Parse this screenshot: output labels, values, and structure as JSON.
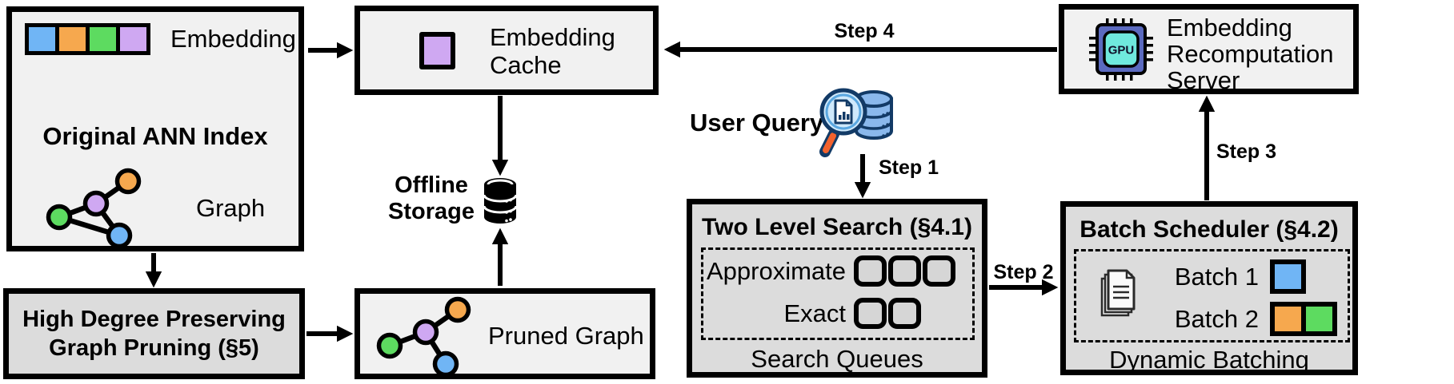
{
  "palette": {
    "blue": "#70b5f5",
    "orange": "#f6a84e",
    "green": "#5ddb60",
    "purple": "#cfa8f2",
    "box_light": "#f1f1f1",
    "box_dark": "#dcdcdc",
    "slot_gray": "#d6d6d6",
    "gpu_body": "#5b6abf",
    "gpu_core": "#6fe9dd",
    "query_db_fill": "#8ab8ec",
    "query_outline": "#123a66",
    "query_lens_fill": "#cfe9fb",
    "query_handle": "#f2622d"
  },
  "boxes": {
    "original_ann_index": {
      "title": "Original ANN Index",
      "embedding_label": "Embedding",
      "graph_label": "Graph",
      "embedding_chips": [
        "#70b5f5",
        "#f6a84e",
        "#5ddb60",
        "#cfa8f2"
      ]
    },
    "high_degree_pruning": {
      "title": "High Degree Preserving Graph Pruning (§5)"
    },
    "embedding_cache": {
      "title": "Embedding Cache",
      "chip_colors": [
        "#cfa8f2"
      ]
    },
    "offline_storage": {
      "label": "Offline Storage"
    },
    "pruned_graph": {
      "label": "Pruned Graph"
    },
    "user_query": {
      "label": "User Query"
    },
    "two_level_search": {
      "title": "Two Level Search (§4.1)",
      "rows": [
        {
          "label": "Approximate",
          "slots": 3
        },
        {
          "label": "Exact",
          "slots": 2
        }
      ],
      "footer": "Search Queues"
    },
    "batch_scheduler": {
      "title": "Batch Scheduler (§4.2)",
      "batches": [
        {
          "label": "Batch 1",
          "colors": [
            "#70b5f5"
          ]
        },
        {
          "label": "Batch 2",
          "colors": [
            "#f6a84e",
            "#5ddb60"
          ]
        }
      ],
      "footer": "Dynamic Batching"
    },
    "recomputation_server": {
      "title": "Embedding Recomputation Server",
      "gpu_label": "GPU"
    }
  },
  "steps": {
    "step1": "Step 1",
    "step2": "Step 2",
    "step3": "Step 3",
    "step4": "Step 4"
  }
}
